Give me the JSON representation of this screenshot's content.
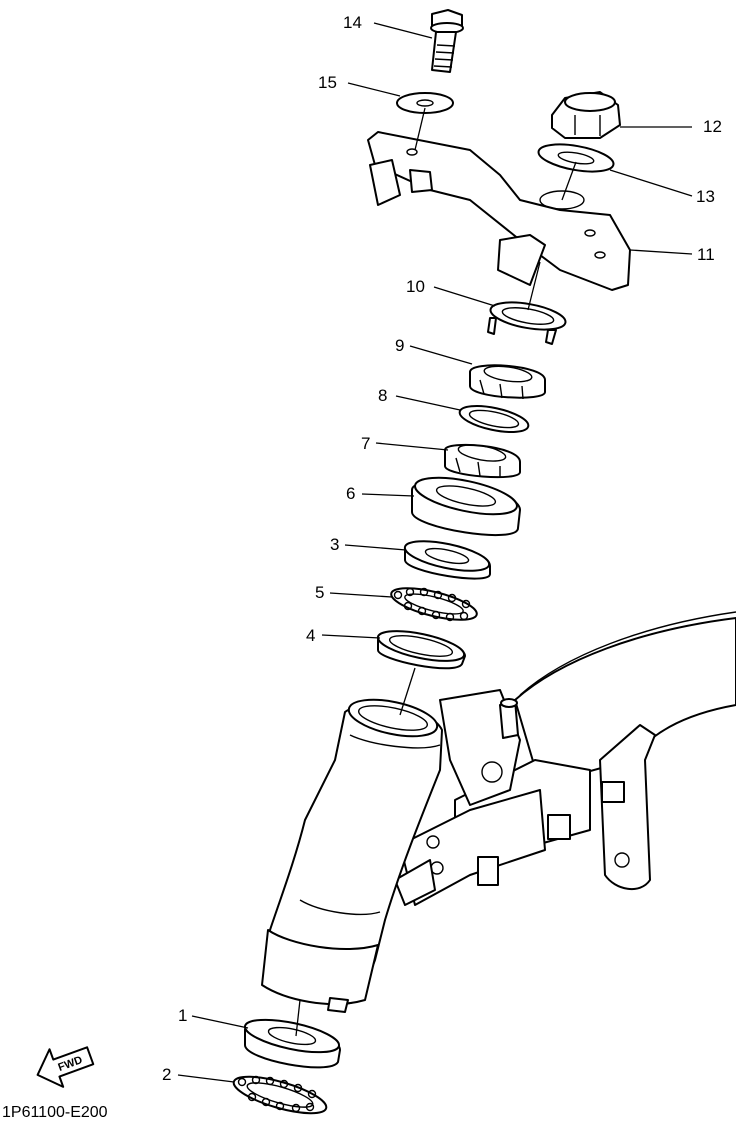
{
  "callouts": [
    {
      "number": "1",
      "part": "lower-bearing-race"
    },
    {
      "number": "2",
      "part": "lower-ball-bearing"
    },
    {
      "number": "3",
      "part": "upper-bearing-race-inner"
    },
    {
      "number": "4",
      "part": "upper-bearing-race-outer"
    },
    {
      "number": "5",
      "part": "upper-ball-bearing"
    },
    {
      "number": "6",
      "part": "bearing-cover"
    },
    {
      "number": "7",
      "part": "ring-nut-lower"
    },
    {
      "number": "8",
      "part": "rubber-washer"
    },
    {
      "number": "9",
      "part": "ring-nut-upper"
    },
    {
      "number": "10",
      "part": "lock-washer"
    },
    {
      "number": "11",
      "part": "upper-bracket"
    },
    {
      "number": "12",
      "part": "steering-stem-nut"
    },
    {
      "number": "13",
      "part": "washer"
    },
    {
      "number": "14",
      "part": "bolt"
    },
    {
      "number": "15",
      "part": "bolt-washer"
    }
  ],
  "fwd_label": "FWD",
  "drawing_code": "1P61100-E200"
}
